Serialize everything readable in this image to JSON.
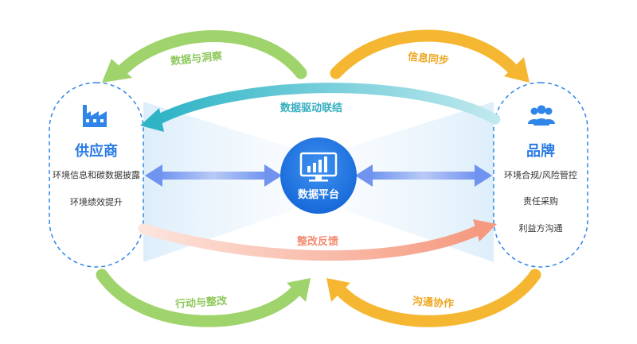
{
  "supplier": {
    "title": "供应商",
    "items": [
      "环境信息和碳数据披露",
      "环境绩效提升"
    ],
    "icon": "factory-icon"
  },
  "brand": {
    "title": "品牌",
    "items": [
      "环境合规/风险管控",
      "责任采购",
      "利益方沟通"
    ],
    "icon": "people-icon"
  },
  "platform": {
    "label": "数据平台",
    "icon": "monitor-chart-icon"
  },
  "flows": {
    "data_insight": "数据与洞察",
    "info_sync": "信息同步",
    "data_driven": "数据驱动联结",
    "rectify_feedback": "整改反馈",
    "action_rectify": "行动与整改",
    "communication": "沟通协作"
  },
  "colors": {
    "green": "#9fd36b",
    "orange": "#f5b731",
    "teal": "#45c0cd",
    "salmon": "#f7a48c",
    "blue": "#2a7be4",
    "purple_arrow": "#7b9bf0"
  }
}
